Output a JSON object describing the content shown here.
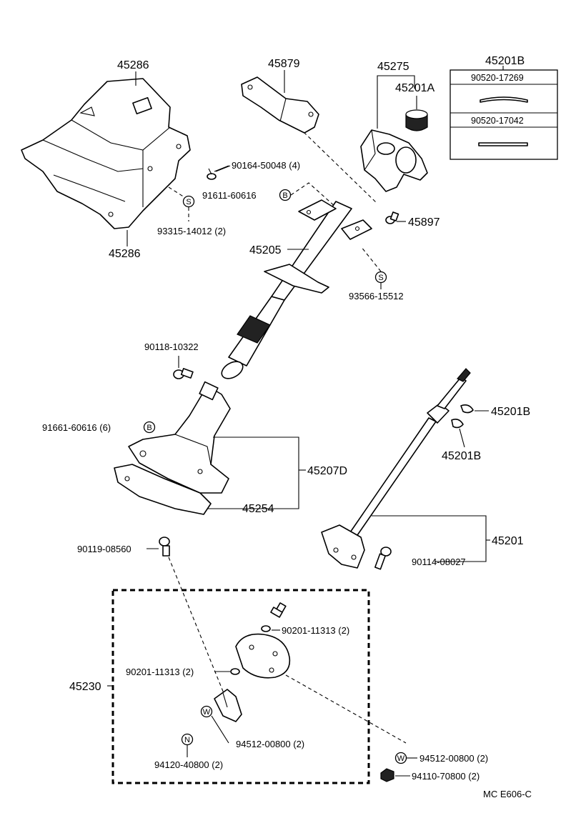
{
  "footer_code": "MC E606-C",
  "symbols": {
    "S": "S",
    "B": "B",
    "W": "W",
    "N": "N"
  },
  "labels": {
    "p45286_top": "45286",
    "p45286_bottom": "45286",
    "p45879": "45879",
    "p45275": "45275",
    "p45201A": "45201A",
    "p45201B_box": "45201B",
    "p90520_17269": "90520-17269",
    "p90520_17042": "90520-17042",
    "p90164_50048": "90164-50048 (4)",
    "p91611_60616": "91611-60616",
    "p93315_14012": "93315-14012 (2)",
    "p45897": "45897",
    "p45205": "45205",
    "p93566_15512": "93566-15512",
    "p90118_10322": "90118-10322",
    "p91661_60616": "91661-60616 (6)",
    "p45207D": "45207D",
    "p45254": "45254",
    "p45201B_a": "45201B",
    "p45201B_b": "45201B",
    "p45201": "45201",
    "p90119_08560": "90119-08560",
    "p90114_08027": "90114-08027",
    "p90201_11313_a": "90201-11313 (2)",
    "p90201_11313_b": "90201-11313 (2)",
    "p45230": "45230",
    "p94512_00800_a": "94512-00800 (2)",
    "p94512_00800_b": "94512-00800 (2)",
    "p94120_40800": "94120-40800 (2)",
    "p94110_70800": "94110-70800 (2)"
  }
}
